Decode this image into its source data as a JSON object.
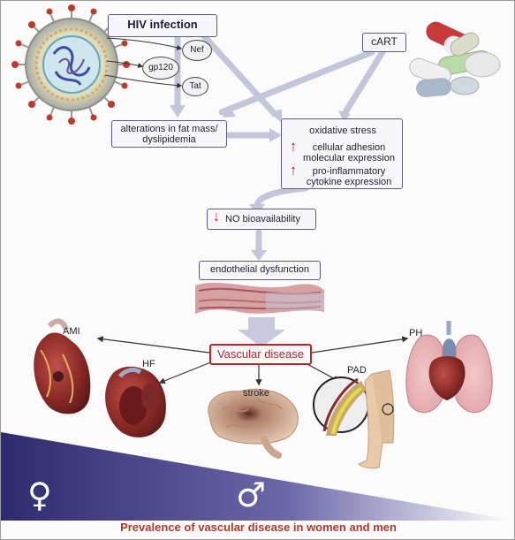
{
  "nodes": {
    "hiv_infection": "HIV infection",
    "nef": "Nef",
    "gp120": "gp120",
    "tat": "Tat",
    "cart": "cART",
    "fat_mass": "alterations in fat mass/ dyslipidemia",
    "oxidative_stress": "oxidative stress",
    "cellular_adhesion": "cellular adhesion molecular expression",
    "proinflammatory": "pro-inflammatory cytokine expression",
    "no_bioavailability": "NO bioavailability",
    "endothelial_dysfunction": "endothelial dysfunction",
    "vascular_disease": "Vascular disease"
  },
  "outcomes": {
    "ami": "AMI",
    "hf": "HF",
    "stroke": "stroke",
    "pad": "PAD",
    "ph": "PH"
  },
  "symbols": {
    "female": "♀",
    "male": "♂",
    "up_arrow": "↑",
    "down_arrow": "↓"
  },
  "caption": "Prevalence of vascular disease in women and men",
  "colors": {
    "box_border": "#5b5b85",
    "flow_arrow": "#c4c4da",
    "wedge": "#3a3478",
    "vascular_border": "#b02a2a",
    "caption": "#b23a2a",
    "heart": "#9a2a28",
    "brain": "#d9b49a"
  }
}
